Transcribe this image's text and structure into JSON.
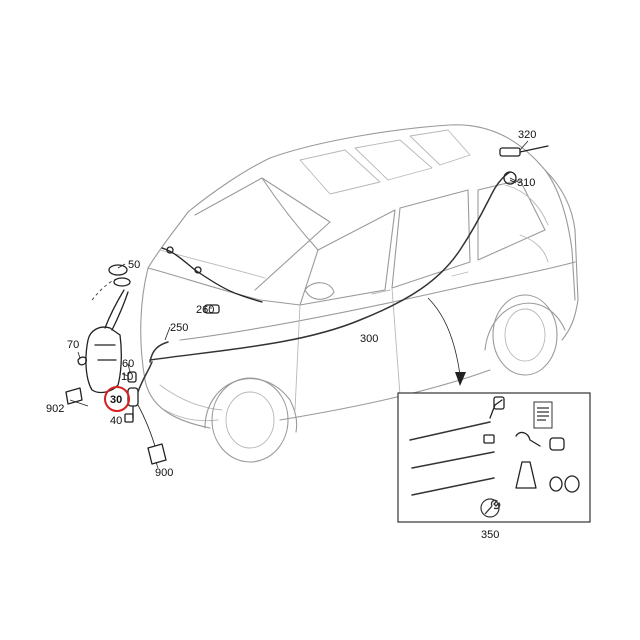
{
  "callouts": {
    "c320": "320",
    "c310": "310",
    "c50": "50",
    "c260": "260",
    "c250": "250",
    "c300": "300",
    "c70": "70",
    "c60": "60",
    "c10": "10",
    "c30": "30",
    "c40": "40",
    "c902": "902",
    "c900": "900",
    "c350": "350"
  },
  "highlight": {
    "part": "30",
    "color": "#d62020"
  },
  "colors": {
    "line": "#222222",
    "car_outline": "#9a9a9a",
    "background": "#ffffff"
  },
  "icons": [
    "wrench-icon",
    "info-sheet-icon",
    "grease-tube-icon"
  ]
}
